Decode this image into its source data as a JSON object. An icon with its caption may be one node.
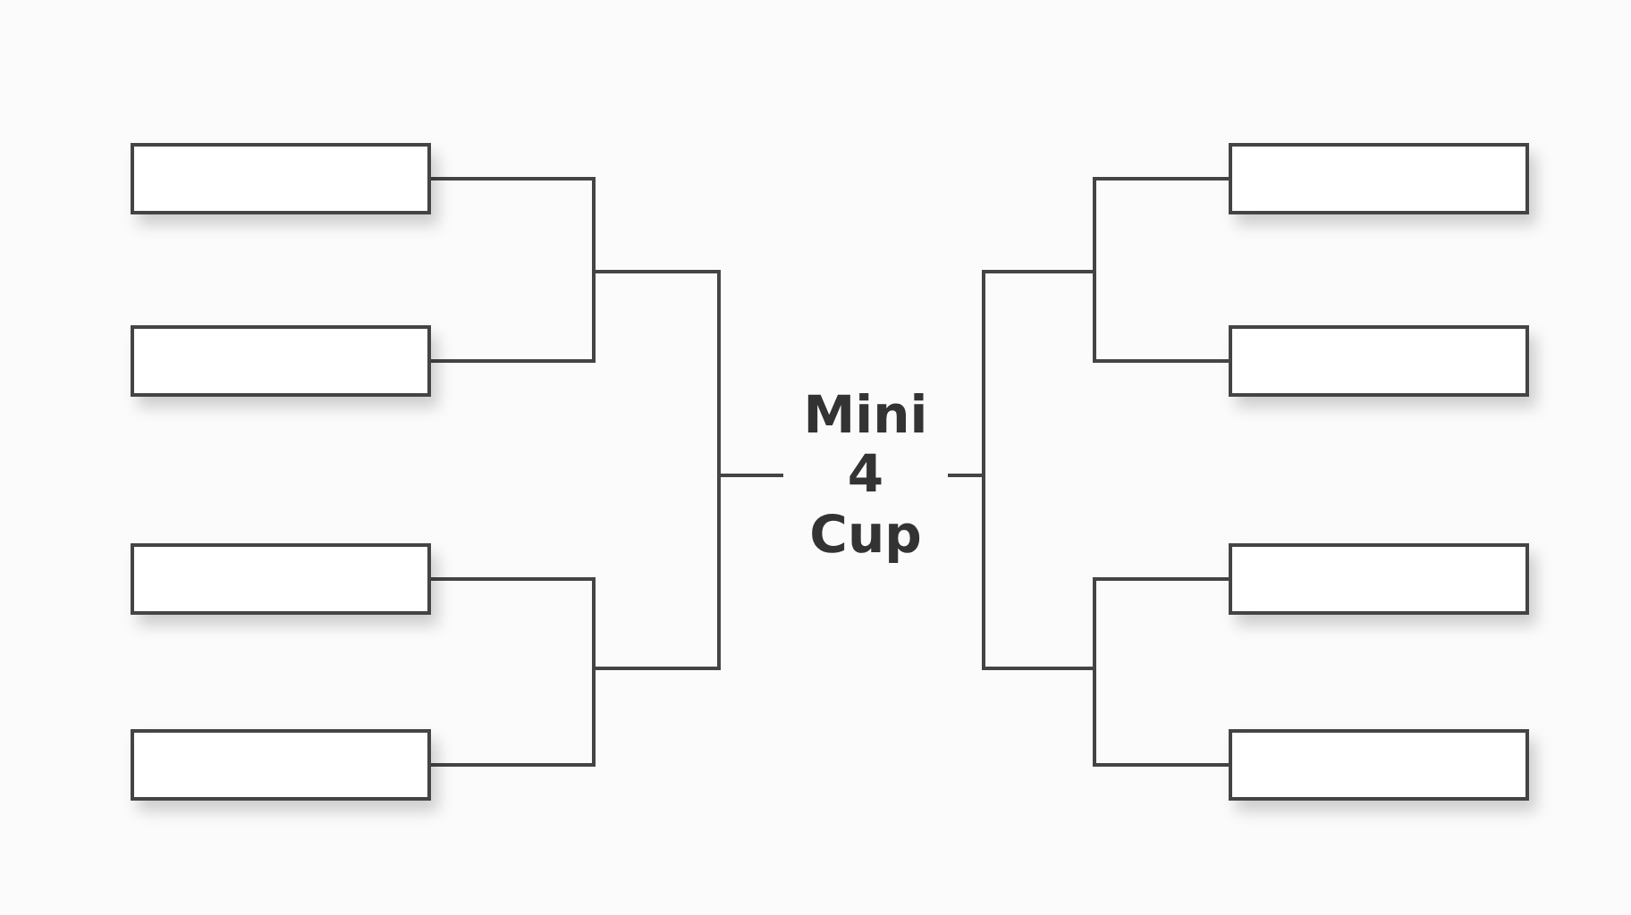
{
  "diagram": {
    "nodes": [
      {
        "text": [],
        "shape": "box"
      },
      {
        "text": [],
        "shape": "box"
      },
      {
        "text": [],
        "shape": "box"
      },
      {
        "text": [],
        "shape": "box"
      },
      {
        "text": [
          "Mini 4 Cup"
        ]
      },
      {
        "text": [],
        "shape": "box"
      },
      {
        "text": [],
        "shape": "box"
      },
      {
        "text": [],
        "shape": "box"
      },
      {
        "text": [],
        "shape": "box"
      }
    ],
    "edges": [
      {
        "from": 0,
        "to": 4,
        "arrow": "none"
      },
      {
        "from": 1,
        "to": 4,
        "arrow": "none"
      },
      {
        "from": 2,
        "to": 4,
        "arrow": "none"
      },
      {
        "from": 3,
        "to": 4,
        "arrow": "none"
      },
      {
        "from": 5,
        "to": 4,
        "arrow": "none"
      },
      {
        "from": 6,
        "to": 4,
        "arrow": "none"
      },
      {
        "from": 7,
        "to": 4,
        "arrow": "none"
      },
      {
        "from": 8,
        "to": 4,
        "arrow": "none"
      }
    ]
  }
}
